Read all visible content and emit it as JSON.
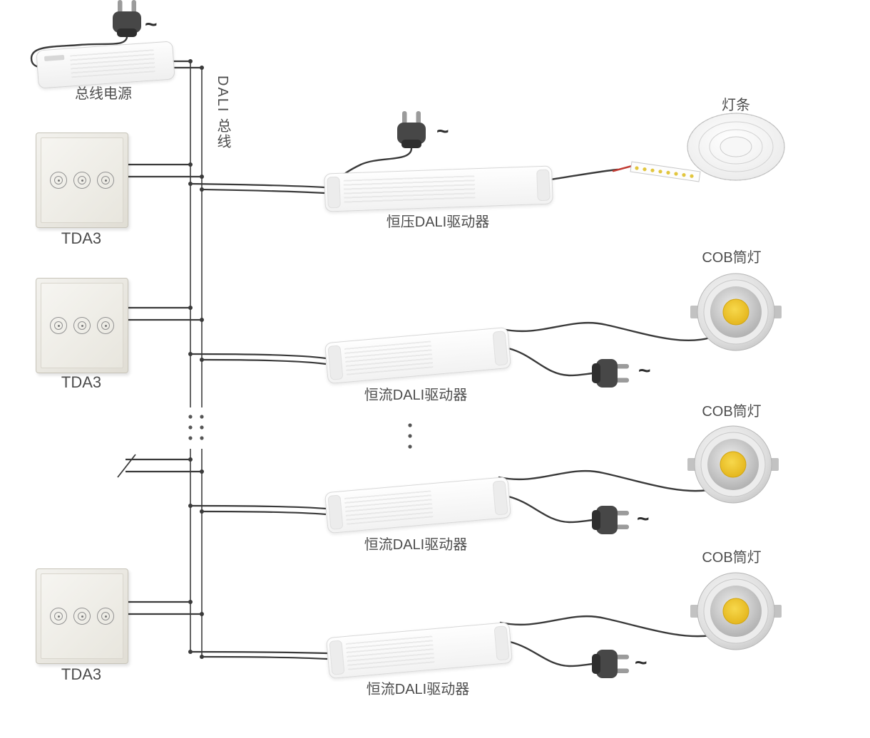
{
  "diagram": {
    "bus": {
      "label": "DALI 总线"
    },
    "power": {
      "label": "总线电源",
      "ac": "~"
    },
    "panels": [
      {
        "label": "TDA3"
      },
      {
        "label": "TDA3"
      },
      {
        "label": "TDA3"
      }
    ],
    "drivers": [
      {
        "label": "恒压DALI驱动器",
        "ac": "~",
        "load": "灯条"
      },
      {
        "label": "恒流DALI驱动器",
        "ac": "~",
        "load": "COB筒灯"
      },
      {
        "label": "恒流DALI驱动器",
        "ac": "~",
        "load": "COB筒灯"
      },
      {
        "label": "恒流DALI驱动器",
        "ac": "~",
        "load": "COB筒灯"
      }
    ],
    "colors": {
      "wire": "#3a3a3a",
      "strip_tip_wire": "#c13b33",
      "cob_chip": "#eec31d",
      "label_text": "#4d4d4d"
    }
  }
}
